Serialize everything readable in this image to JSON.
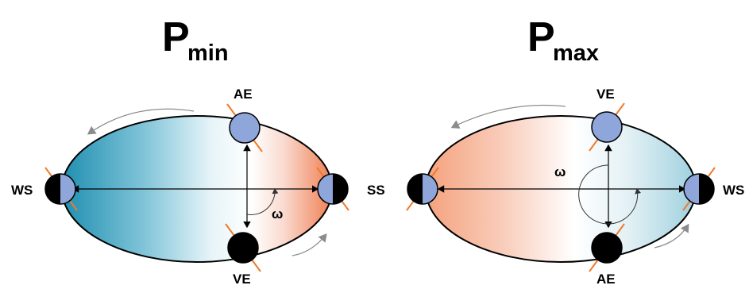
{
  "left_panel": {
    "title_main": "P",
    "title_sub": "min",
    "labels": {
      "left": "WS",
      "right": "SS",
      "top": "AE",
      "bottom": "VE",
      "angle": "ω"
    }
  },
  "right_panel": {
    "title_main": "P",
    "title_sub": "max",
    "labels": {
      "right": "WS",
      "top": "VE",
      "bottom": "AE",
      "angle": "ω"
    }
  },
  "colors": {
    "cold": "#1f8fb0",
    "warm": "#f07e52",
    "planet_day": "#8fa6da",
    "planet_night": "#000000",
    "axis_tilt": "#f07a2a",
    "motion_arrow": "#8c8c8c"
  }
}
